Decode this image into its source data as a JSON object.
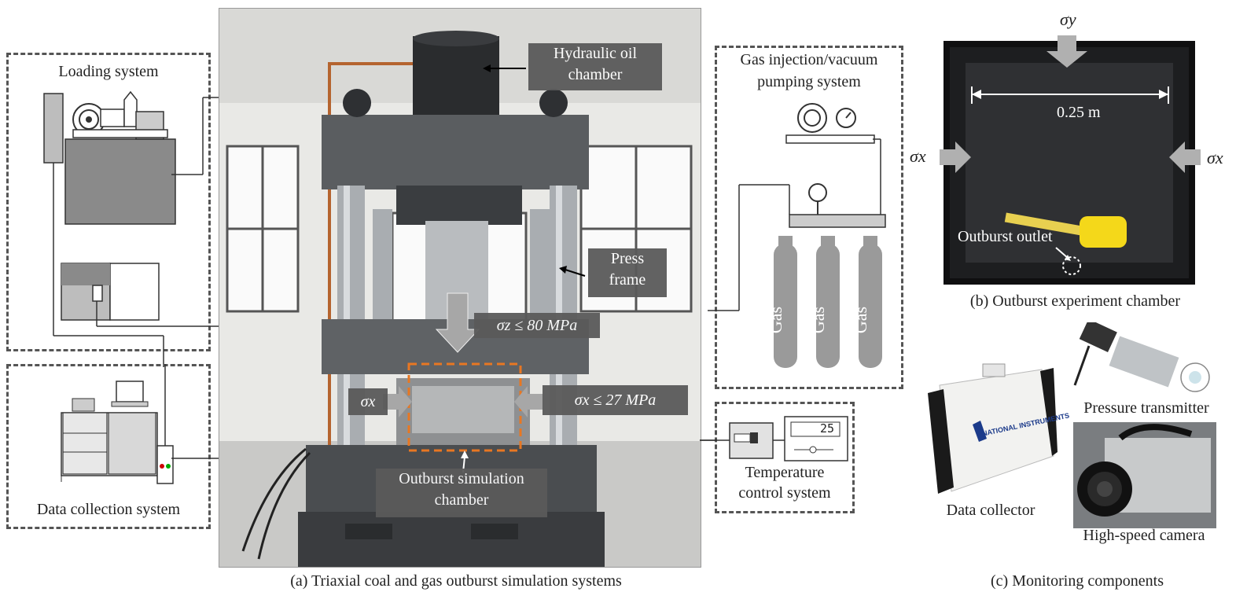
{
  "panel_a": {
    "caption": "(a) Triaxial coal and gas outburst simulation systems",
    "loading_system": "Loading system",
    "data_collection_system": "Data collection system",
    "hydraulic_oil_chamber": [
      "Hydraulic oil",
      "chamber"
    ],
    "press_frame": [
      "Press",
      "frame"
    ],
    "outburst_simulation_chamber": [
      "Outburst simulation",
      "chamber"
    ],
    "sigma_z_label": "σz ≤ 80 MPa",
    "sigma_x_label": "σx ≤ 27 MPa",
    "sigma_x_left": "σx",
    "gas_injection_system": [
      "Gas injection/vacuum",
      "pumping system"
    ],
    "gas_cylinder_labels": [
      "Gas",
      "Gas",
      "Gas"
    ],
    "temperature_control_system": [
      "Temperature",
      "control system"
    ],
    "temperature_display": "25"
  },
  "panel_b": {
    "caption": "(b) Outburst experiment chamber",
    "sigma_y": "σy",
    "sigma_x_left": "σx",
    "sigma_x_right": "σx",
    "width_label": "0.25 m",
    "outlet_label": "Outburst outlet"
  },
  "panel_c": {
    "caption": "(c) Monitoring components",
    "data_collector": "Data collector",
    "pressure_transmitter": "Pressure transmitter",
    "high_speed_camera": "High-speed camera",
    "brand_text": "NATIONAL INSTRUMENTS"
  },
  "colors": {
    "machine_gray": "#4a4d50",
    "frame_dark": "#2e3033",
    "label_bg": "#5a5a5a",
    "dash_border": "#555555",
    "orange_dash": "#e87722"
  }
}
